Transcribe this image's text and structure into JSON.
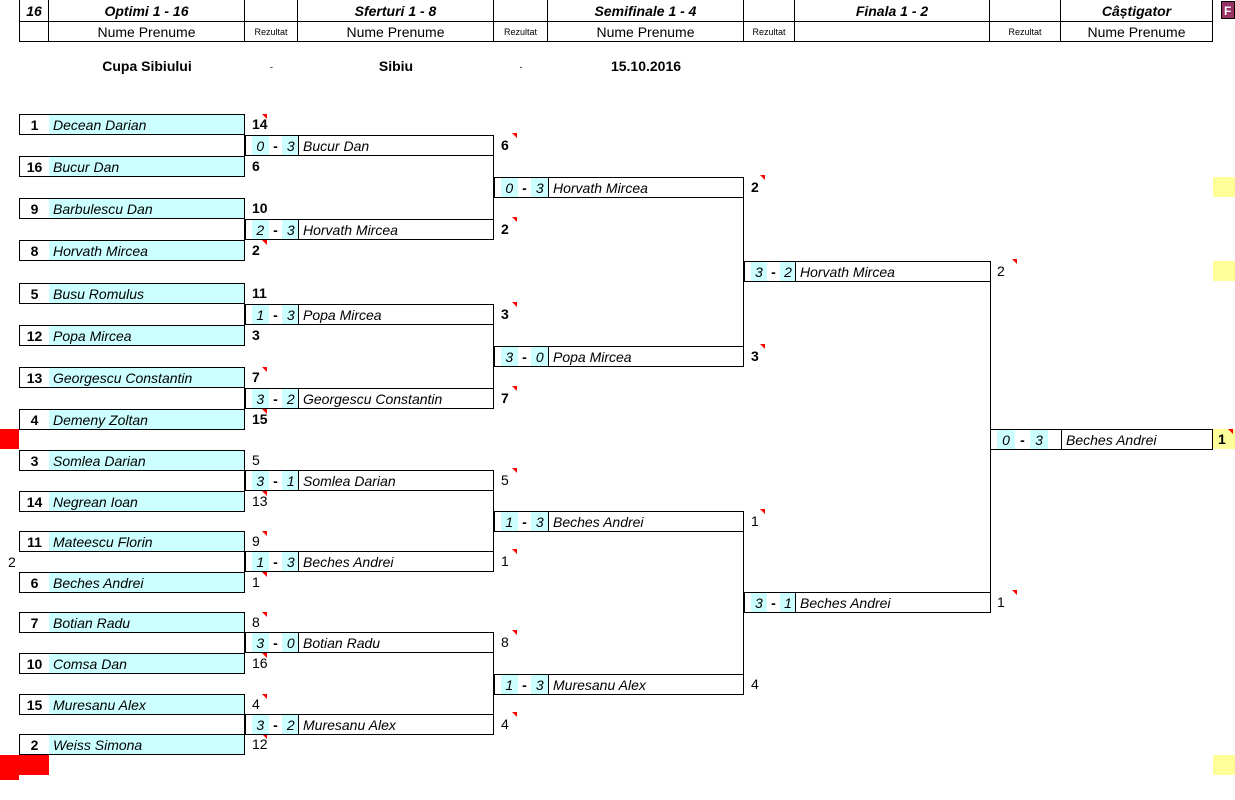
{
  "header": {
    "count": "16",
    "rounds": [
      "Optimi 1 - 16",
      "Sferturi 1 - 8",
      "Semifinale 1 - 4",
      "Finala 1 - 2",
      "Câștigator"
    ],
    "name_label": "Nume Prenume",
    "result_label": "Rezultat",
    "corner": "F"
  },
  "info": {
    "competition": "Cupa Sibiului",
    "dash": "-",
    "location": "Sibiu",
    "date": "15.10.2016"
  },
  "round16": [
    {
      "seed": "1",
      "name": "Decean Darian",
      "score": "14"
    },
    {
      "seed": "16",
      "name": "Bucur Dan",
      "score": "6"
    },
    {
      "seed": "9",
      "name": "Barbulescu Dan",
      "score": "10"
    },
    {
      "seed": "8",
      "name": "Horvath Mircea",
      "score": "2"
    },
    {
      "seed": "5",
      "name": "Busu Romulus",
      "score": "11"
    },
    {
      "seed": "12",
      "name": "Popa Mircea",
      "score": "3"
    },
    {
      "seed": "13",
      "name": "Georgescu Constantin",
      "score": "7"
    },
    {
      "seed": "4",
      "name": "Demeny Zoltan",
      "score": "15"
    },
    {
      "seed": "3",
      "name": "Somlea Darian",
      "score": "5"
    },
    {
      "seed": "14",
      "name": "Negrean Ioan",
      "score": "13"
    },
    {
      "seed": "11",
      "name": "Mateescu Florin",
      "score": "9"
    },
    {
      "seed": "6",
      "name": "Beches Andrei",
      "score": "1"
    },
    {
      "seed": "7",
      "name": "Botian Radu",
      "score": "8"
    },
    {
      "seed": "10",
      "name": "Comsa Dan",
      "score": "16"
    },
    {
      "seed": "15",
      "name": "Muresanu Alex",
      "score": "4"
    },
    {
      "seed": "2",
      "name": "Weiss Simona",
      "score": "12"
    }
  ],
  "quarters": [
    {
      "a": "0",
      "b": "3",
      "name": "Bucur Dan",
      "score": "6"
    },
    {
      "a": "2",
      "b": "3",
      "name": "Horvath Mircea",
      "score": "2"
    },
    {
      "a": "1",
      "b": "3",
      "name": "Popa Mircea",
      "score": "3"
    },
    {
      "a": "3",
      "b": "2",
      "name": "Georgescu Constantin",
      "score": "7"
    },
    {
      "a": "3",
      "b": "1",
      "name": "Somlea Darian",
      "score": "5"
    },
    {
      "a": "1",
      "b": "3",
      "name": "Beches Andrei",
      "score": "1"
    },
    {
      "a": "3",
      "b": "0",
      "name": "Botian Radu",
      "score": "8"
    },
    {
      "a": "3",
      "b": "2",
      "name": "Muresanu Alex",
      "score": "4"
    }
  ],
  "semis": [
    {
      "a": "0",
      "b": "3",
      "name": "Horvath Mircea",
      "score": "2"
    },
    {
      "a": "3",
      "b": "0",
      "name": "Popa Mircea",
      "score": "3"
    },
    {
      "a": "1",
      "b": "3",
      "name": "Beches Andrei",
      "score": "1"
    },
    {
      "a": "1",
      "b": "3",
      "name": "Muresanu Alex",
      "score": "4"
    }
  ],
  "final": [
    {
      "a": "3",
      "b": "2",
      "name": "Horvath Mircea",
      "score": "2"
    },
    {
      "a": "3",
      "b": "1",
      "name": "Beches Andrei",
      "score": "1"
    }
  ],
  "winner": {
    "a": "0",
    "b": "3",
    "name": "Beches Andrei",
    "score": "1"
  },
  "side_number": "2",
  "colors": {
    "cell": "#ccffff",
    "marker": "#ff0000",
    "highlight": "#ffff99"
  }
}
